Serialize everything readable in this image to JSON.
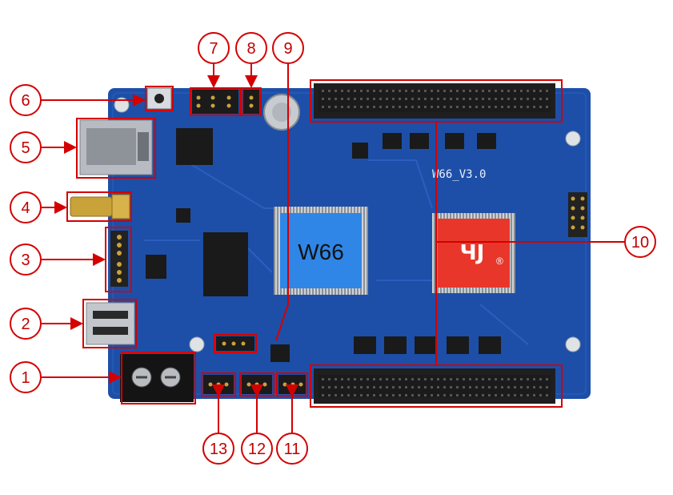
{
  "board": {
    "model_label": "W66_V3.0",
    "main_chip_label": "W66",
    "logo_symbol": "®"
  },
  "callouts": [
    {
      "id": "c1",
      "label": "1"
    },
    {
      "id": "c2",
      "label": "2"
    },
    {
      "id": "c3",
      "label": "3"
    },
    {
      "id": "c4",
      "label": "4"
    },
    {
      "id": "c5",
      "label": "5"
    },
    {
      "id": "c6",
      "label": "6"
    },
    {
      "id": "c7",
      "label": "7"
    },
    {
      "id": "c8",
      "label": "8"
    },
    {
      "id": "c9",
      "label": "9"
    },
    {
      "id": "c10",
      "label": "10"
    },
    {
      "id": "c11",
      "label": "11"
    },
    {
      "id": "c12",
      "label": "12"
    },
    {
      "id": "c13",
      "label": "13"
    }
  ],
  "colors": {
    "pcb": "#1d4fa8",
    "callout": "#d40000",
    "chip_blue": "#2f86e6",
    "chip_red": "#e8372a"
  }
}
